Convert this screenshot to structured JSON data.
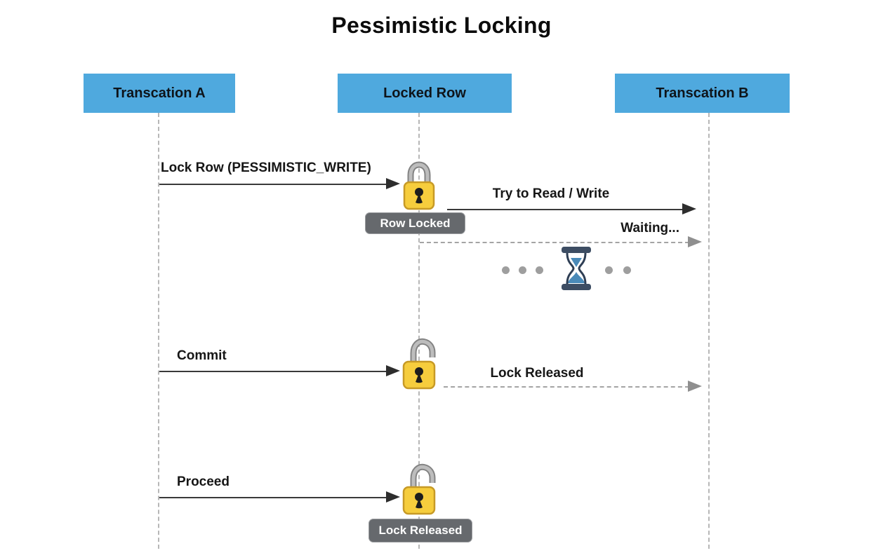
{
  "title": "Pessimistic Locking",
  "actors": {
    "a": "Transcation A",
    "row": "Locked Row",
    "b": "Transcation B"
  },
  "messages": {
    "lock_row": "Lock Row (PESSIMISTIC_WRITE)",
    "try_read_write": "Try to Read / Write",
    "waiting": "Waiting...",
    "commit": "Commit",
    "lock_released": "Lock Released",
    "proceed": "Proceed"
  },
  "badges": {
    "row_locked": "Row Locked",
    "lock_released": "Lock Released"
  },
  "icons": {
    "closed_lock": "closed-padlock-icon",
    "open_lock": "open-padlock-icon",
    "hourglass": "hourglass-icon"
  },
  "colors": {
    "actor_fill": "#4FA9DE",
    "badge_fill": "#66696D",
    "lock_body": "#F6CD3D",
    "lock_border": "#C79A26",
    "shackle": "#9A9A9A",
    "hourglass_frame": "#3D4D63",
    "hourglass_sand": "#4A8AB8",
    "arrow_solid": "#3A3A3A",
    "arrow_dashed": "#A4A4A4",
    "lifeline": "#B7B7B7",
    "dot": "#9E9E9E"
  }
}
